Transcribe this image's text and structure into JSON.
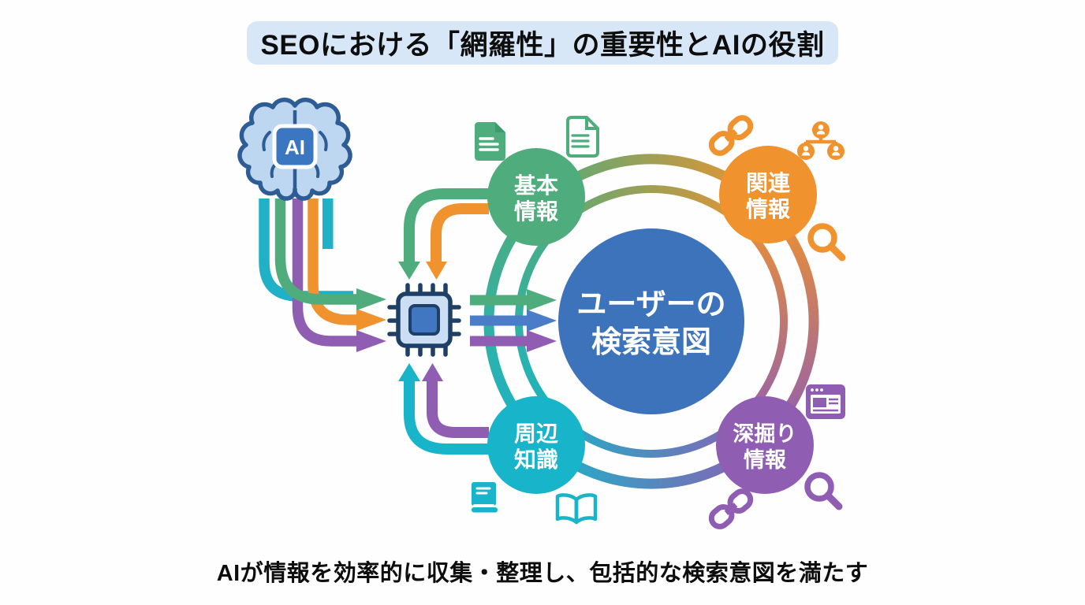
{
  "title": "SEOにおける「網羅性」の重要性とAIの役割",
  "caption": "AIが情報を効率的に収集・整理し、包括的な検索意図を満たす",
  "ai_brain": {
    "label": "AI"
  },
  "center_node": {
    "line1": "ユーザーの",
    "line2": "検索意図"
  },
  "nodes": {
    "basic": {
      "line1": "基本",
      "line2": "情報"
    },
    "related": {
      "line1": "関連",
      "line2": "情報"
    },
    "peripheral": {
      "line1": "周辺",
      "line2": "知識"
    },
    "deep": {
      "line1": "深掘り",
      "line2": "情報"
    }
  },
  "icons": [
    "document-solid-icon",
    "document-outline-icon",
    "link-icon-orange",
    "sitemap-people-icon",
    "search-icon-orange",
    "closed-book-icon",
    "open-book-icon",
    "browser-window-icon",
    "link-icon-purple",
    "search-icon-purple",
    "brain-ai-icon",
    "cpu-chip-icon"
  ],
  "colors": {
    "green": "#4FAC7C",
    "orange": "#F0922D",
    "cyan": "#18B4C9",
    "purple": "#8F5EB3",
    "center_blue": "#3C73BA",
    "arrow_blue": "#4A7CC8",
    "chip_navy": "#1F4066",
    "brain_fill": "#BDD7F0",
    "brain_stroke": "#2E5C95",
    "title_bg": "#D8E7F7",
    "background": "#FFFFFF"
  }
}
